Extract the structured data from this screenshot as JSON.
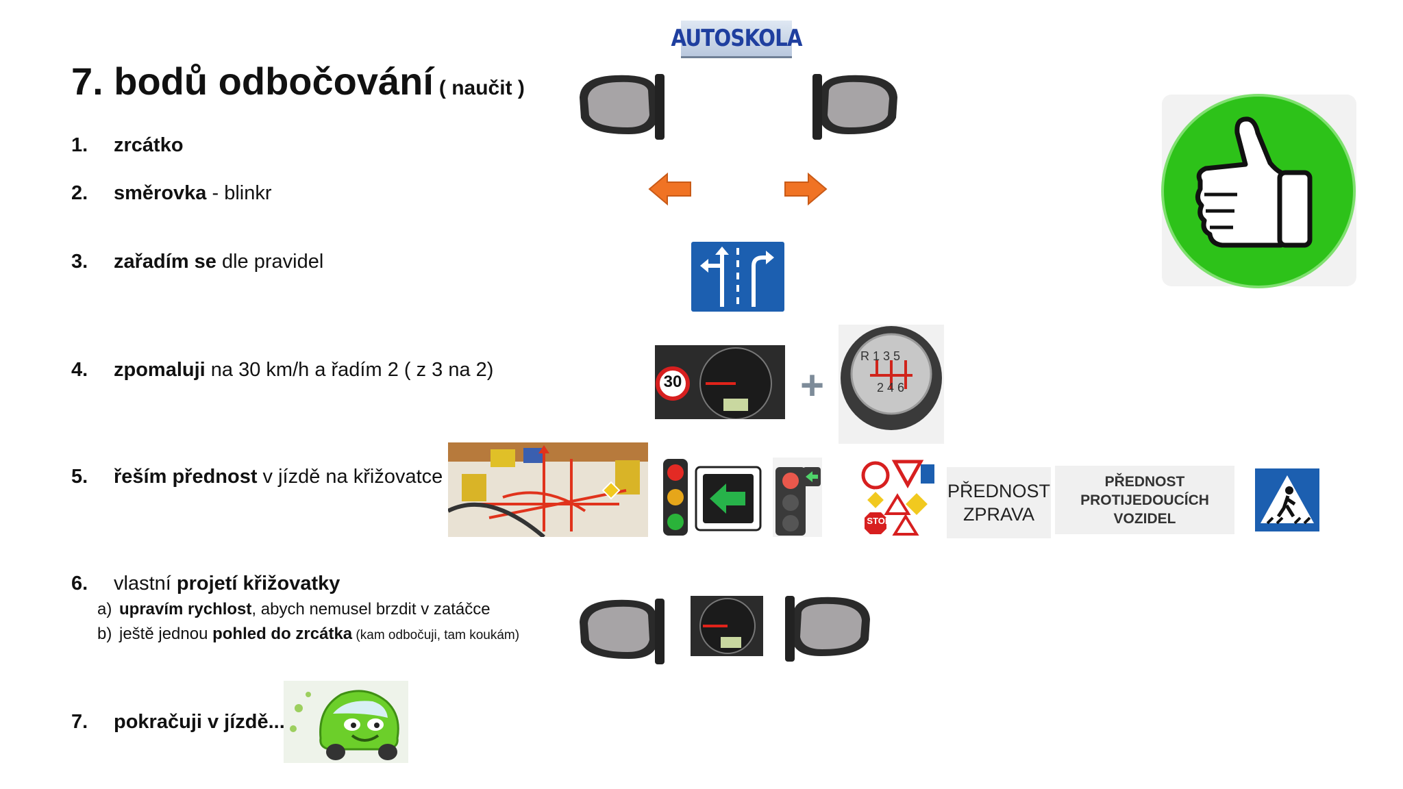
{
  "logo_text": "AUTOSKOLA",
  "title": {
    "main": "7. bodů odbočování",
    "sub": "( naučit )"
  },
  "steps": [
    {
      "num": "1.",
      "bold": "zrcátko",
      "rest": ""
    },
    {
      "num": "2.",
      "bold": "směrovka",
      "rest": " - blinkr"
    },
    {
      "num": "3.",
      "bold": "zařadím se",
      "rest": " dle pravidel"
    },
    {
      "num": "4.",
      "bold": "zpomaluji",
      "rest": " na 30 km/h a řadím 2 ( z 3 na 2)"
    },
    {
      "num": "5.",
      "bold": "řeším přednost",
      "rest": " v jízdě na křižovatce"
    },
    {
      "num": "6.",
      "pre": "vlastní ",
      "bold": "projetí křižovatky"
    },
    {
      "num": "7.",
      "bold": "pokračuji v jízdě...",
      "rest": ""
    }
  ],
  "substeps": [
    {
      "letter": "a)",
      "bold": "upravím rychlost",
      "rest": ", abych nemusel brzdit v zatáčce",
      "small": ""
    },
    {
      "letter": "b)",
      "pre": "ještě jednou ",
      "bold": "pohled do zrcátka",
      "small": " (kam odbočuji, tam koukám)"
    }
  ],
  "speed_sign": "30",
  "gear_labels": {
    "top": "R 1 3 5",
    "bottom": "2 4 6"
  },
  "plus_sign": "+",
  "stop_text": "STOP",
  "priority_right": {
    "line1": "PŘEDNOST",
    "line2": "ZPRAVA"
  },
  "priority_oncoming": {
    "line1": "PŘEDNOST",
    "line2": "PROTIJEDOUCÍCH",
    "line3": "VOZIDEL"
  },
  "colors": {
    "orange_arrow": "#f07324",
    "sign_blue": "#1c5fb0",
    "thumb_green": "#2dc219"
  }
}
